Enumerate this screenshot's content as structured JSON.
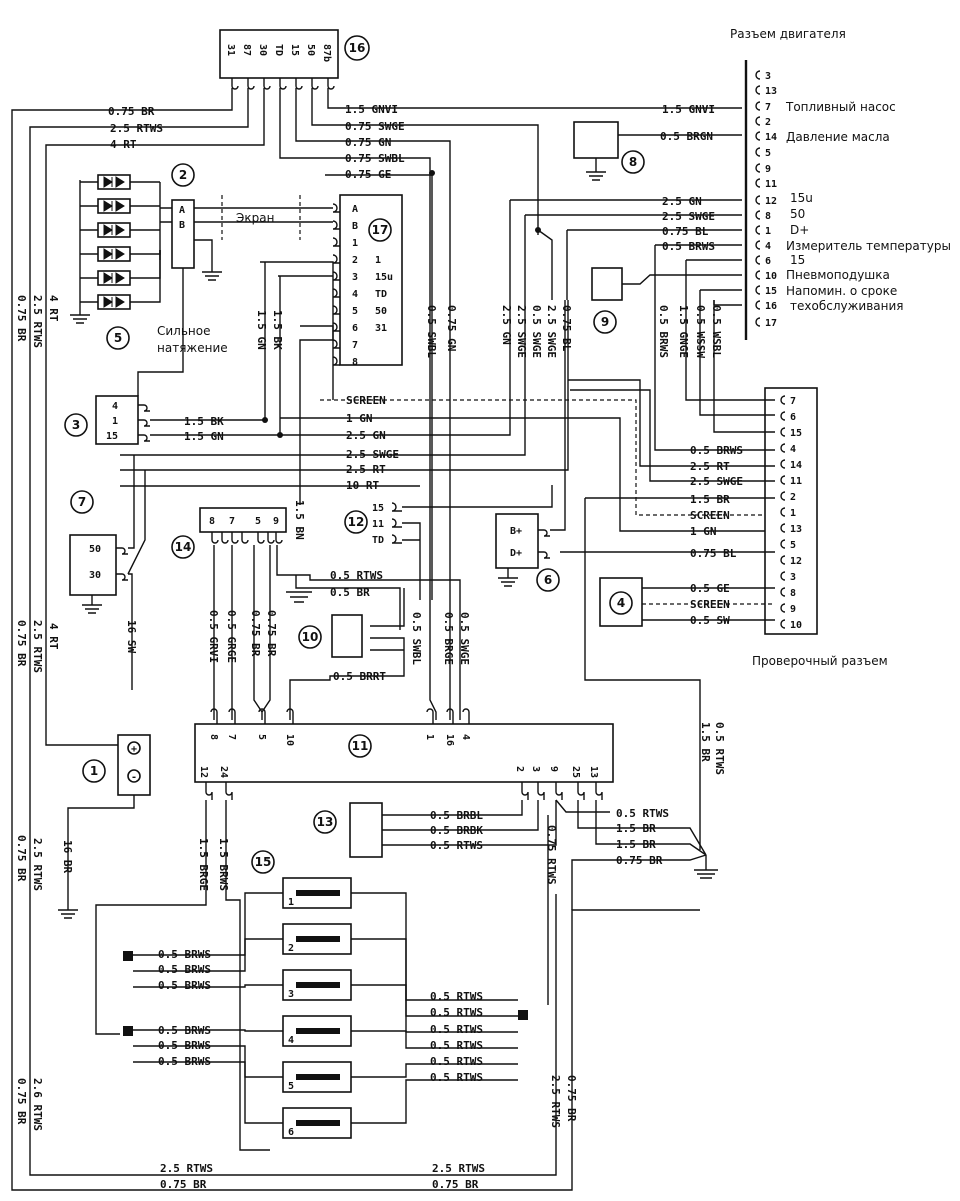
{
  "titles": {
    "engine_connector": "Разъем двигателя",
    "diag_connector": "Проверочный разъем"
  },
  "labels": {
    "fuel_pump": "Топливный насос",
    "oil_pressure": "Давление масла",
    "l_15u": "15u",
    "l_50": "50",
    "l_dplus": "D+",
    "temp_gauge": "Измеритель температуры",
    "l_15": "15",
    "air_spring": "Пневмоподушка",
    "service_reminder_1": "Напомин. о сроке",
    "service_reminder_2": "техобслуживания",
    "strong_tension_1": "Сильное",
    "strong_tension_2": "натяжение",
    "screen_ru": "Экран"
  },
  "components": [
    "1",
    "2",
    "3",
    "4",
    "5",
    "6",
    "7",
    "8",
    "9",
    "10",
    "11",
    "12",
    "13",
    "14",
    "15",
    "16",
    "17"
  ],
  "relay16_pins": [
    "31",
    "87",
    "30",
    "TD",
    "15",
    "50",
    "87b"
  ],
  "module17_pins": [
    {
      "n": "A",
      "s": ""
    },
    {
      "n": "B",
      "s": ""
    },
    {
      "n": "1",
      "s": ""
    },
    {
      "n": "2",
      "s": "1"
    },
    {
      "n": "3",
      "s": "15u"
    },
    {
      "n": "4",
      "s": "TD"
    },
    {
      "n": "5",
      "s": "50"
    },
    {
      "n": "6",
      "s": "31"
    },
    {
      "n": "7",
      "s": ""
    },
    {
      "n": "8",
      "s": ""
    }
  ],
  "engine_pins": [
    "3",
    "13",
    "7",
    "2",
    "14",
    "5",
    "9",
    "11",
    "12",
    "8",
    "1",
    "4",
    "6",
    "10",
    "15",
    "16",
    "17"
  ],
  "diag_pins": [
    "7",
    "6",
    "15",
    "4",
    "14",
    "11",
    "2",
    "1",
    "13",
    "5",
    "12",
    "3",
    "8",
    "9",
    "10"
  ],
  "ecu11_top_pins": [
    "8",
    "7",
    "5",
    "10",
    "1",
    "16",
    "4"
  ],
  "ecu11_bottom_pins": [
    "12",
    "24",
    "2",
    "3",
    "9",
    "25",
    "13"
  ],
  "conn12_pins": [
    "15",
    "11",
    "TD"
  ],
  "conn14_pins": [
    "8",
    "7",
    "5",
    "9"
  ],
  "comp3_pins": [
    "4",
    "1",
    "15"
  ],
  "comp7_pins": [
    "50",
    "30"
  ],
  "comp6_pins": [
    "B+",
    "D+"
  ],
  "comp1_pins": [
    "+",
    "-"
  ],
  "glow_plugs": [
    "1",
    "2",
    "3",
    "4",
    "5",
    "6"
  ],
  "wires": {
    "w_075br_top": "0.75 BR",
    "w_25rtws_top": "2.5 RTWS",
    "w_4rt_top": "4 RT",
    "w_15gnvi_a": "1.5 GNVI",
    "w_15gnvi_b": "1.5 GNVI",
    "w_075swge": "0.75 SWGE",
    "w_075gn": "0.75 GN",
    "w_075swbl": "0.75 SWBL",
    "w_075ge": "0.75 GE",
    "w_05brgn": "0.5 BRGN",
    "w_25gn_r": "2.5 GN",
    "w_25swge_r": "2.5 SWGE",
    "w_075bl_r": "0.75 BL",
    "w_05brws_r": "0.5 BRWS",
    "v_15bk": "1.5 BK",
    "v_15gn": "1.5 GN",
    "v_075gn": "0.75 GN",
    "v_05swbl": "0.5 SWBL",
    "v_25gn": "2.5 GN",
    "v_25swge1": "2.5 SWGE",
    "v_05swge": "0.5 SWGE",
    "v_25swge2": "2.5 SWGE",
    "v_075bl": "0.75 BL",
    "v_05brws": "0.5 BRWS",
    "v_15gnge": "1.5 GNGE",
    "v_05wssw": "0.5 WSSW",
    "v_05wsbl": "0.5 WSBL",
    "w3_15bk": "1.5 BK",
    "w3_15gn": "1.5 GN",
    "w_screen1": "SCREEN",
    "w_1gn": "1 GN",
    "w_25gn_m": "2.5 GN",
    "w_25swge_m": "2.5 SWGE",
    "w_25rt_m": "2.5 RT",
    "w_10rt": "10 RT",
    "v_15bn": "1.5 BN",
    "d_05brws": "0.5 BRWS",
    "d_25rt": "2.5 RT",
    "d_25swge": "2.5 SWGE",
    "d_15br": "1.5 BR",
    "d_screen": "SCREEN",
    "d_1gn": "1 GN",
    "d_075bl": "0.75 BL",
    "c4_05ge": "0.5 GE",
    "c4_screen": "SCREEN",
    "c4_05sw": "0.5 SW",
    "w_05rtws_14": "0.5 RTWS",
    "w_05br_14": "0.5 BR",
    "w_05brrt": "0.5 BRRT",
    "v_05grvi": "0.5 GRVI",
    "v_05grge": "0.5 GRGE",
    "v_075br_a": "0.75 BR",
    "v_075br_b": "0.75 BR",
    "v_05swbl_b": "0.5 SWBL",
    "v_05brge": "0.5 BRGE",
    "v_05swge_b": "0.5 SWGE",
    "v_16sw": "16 SW",
    "v_16br": "16 BR",
    "v_15br_r": "1.5 BR",
    "v_05rtws_r": "0.5 RTWS",
    "w13_05brbl": "0.5 BRBL",
    "w13_05brbk": "0.5 BRBK",
    "w13_05rtws": "0.5 RTWS",
    "w11_05rtws": "0.5 RTWS",
    "w11_15br_a": "1.5 BR",
    "w11_15br_b": "1.5 BR",
    "w11_075br": "0.75 BR",
    "v_075rtws": "0.75 RTWS",
    "v_15brge": "1.5 BRGE",
    "v_15brws": "1.5 BRWS",
    "v_075br_15": "0.75 BR",
    "v_25rtws_15": "2.5 RTWS",
    "gp_l1": "0.5 BRWS",
    "gp_l2": "0.5 BRWS",
    "gp_l3": "0.5 BRWS",
    "gp_l4": "0.5 BRWS",
    "gp_l5": "0.5 BRWS",
    "gp_l6": "0.5 BRWS",
    "gp_r1": "0.5 RTWS",
    "gp_r2": "0.5 RTWS",
    "gp_r3": "0.5 RTWS",
    "gp_r4": "0.5 RTWS",
    "gp_r5": "0.5 RTWS",
    "gp_r6": "0.5 RTWS",
    "b_25rtws_1": "2.5 RTWS",
    "b_25rtws_2": "2.5 RTWS",
    "b_075br_1": "0.75 BR",
    "b_075br_2": "0.75 BR",
    "lv_4rt": "4 RT",
    "lv_25rtws": "2.5 RTWS",
    "lv_075br": "0.75 BR",
    "lv_4rt_b": "4 RT",
    "lv_25rtws_b": "2.5 RTWS",
    "lv_075br_b": "0.75 BR",
    "lv_25rtws_c": "2.5 RTWS",
    "lv_075br_c": "0.75 BR",
    "lv_26rtws_d": "2.6 RTWS",
    "lv_075br_d": "0.75 BR"
  }
}
